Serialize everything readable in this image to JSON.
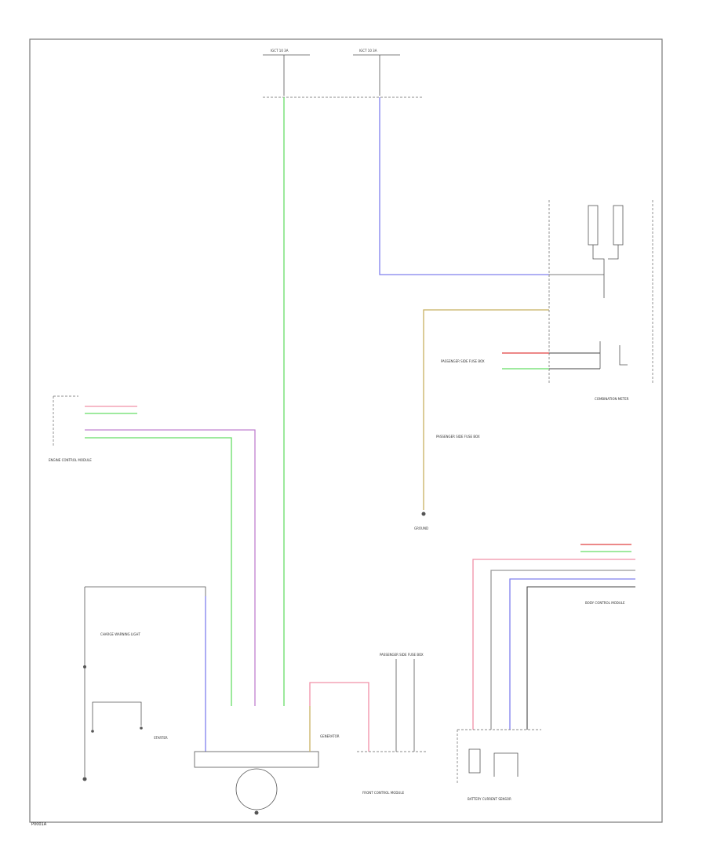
{
  "diagram": {
    "page_ref": "P0001A",
    "components": {
      "fuse_block_left": "IGCT 10 3A",
      "fuse_block_right": "IGCT 10 3A",
      "engine_control_module": "ENGINE CONTROL MODULE",
      "charge_warning_light": "CHARGE WARNING LIGHT",
      "starter": "STARTER",
      "generator": "GENERATOR",
      "combination_meter": "COMBINATION METER",
      "battery_current_sensor": "BATTERY CURRENT SENSOR",
      "front_control_module": "FRONT CONTROL MODULE",
      "passenger_fuse_box": "PASSENGER SIDE FUSE BOX",
      "body_control_module": "BODY CONTROL MODULE",
      "ground": "GROUND"
    },
    "wire_colors": {
      "green": "#66dd66",
      "blue": "#8080ee",
      "tan": "#c8b060",
      "pink": "#f090a8",
      "violet": "#c080d0",
      "red": "#e04040",
      "gray": "#999999",
      "black": "#444444"
    }
  }
}
